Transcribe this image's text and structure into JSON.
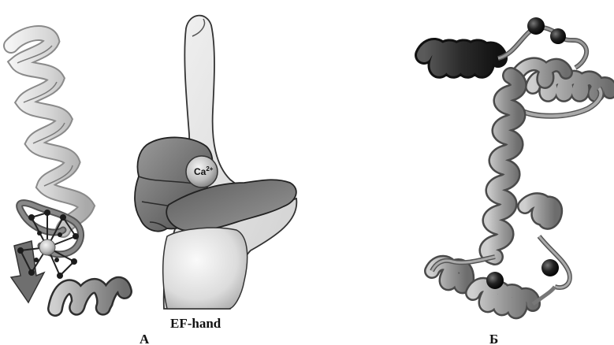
{
  "figure": {
    "panel_a_label": "А",
    "panel_b_label": "Б",
    "ef_hand_label": "EF-hand",
    "ion_label_base": "Ca",
    "ion_label_charge": "2+"
  },
  "colors": {
    "helix_light": "#d9d9d9",
    "helix_mid": "#9a9a9a",
    "helix_dark": "#2b2b2b",
    "calcium_sphere": "#1a1a1a",
    "hand_light": "#e6e6e6",
    "hand_dark": "#6b6b6b"
  }
}
